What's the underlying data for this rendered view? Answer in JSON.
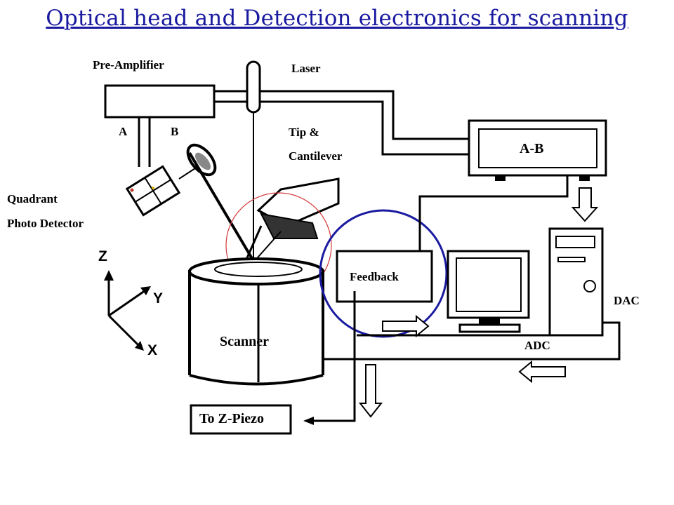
{
  "title": "Optical head and Detection electronics for scanning",
  "labels": {
    "pre_amplifier": "Pre-Amplifier",
    "laser": "Laser",
    "a": "A",
    "b": "B",
    "tip_cantilever_1": "Tip &",
    "tip_cantilever_2": "Cantilever",
    "quadrant_1": "Quadrant",
    "quadrant_2": "Photo Detector",
    "a_minus_b": "A-B",
    "feedback": "Feedback",
    "scanner": "Scanner",
    "dac": "DAC",
    "adc": "ADC",
    "to_z_piezo": "To Z-Piezo",
    "axis_z": "Z",
    "axis_y": "Y",
    "axis_x": "X"
  },
  "colors": {
    "title": "#1a1aa0",
    "highlight_circle": "#1a1aa0",
    "tip_circle": "#d23a3a",
    "line": "#000000"
  }
}
